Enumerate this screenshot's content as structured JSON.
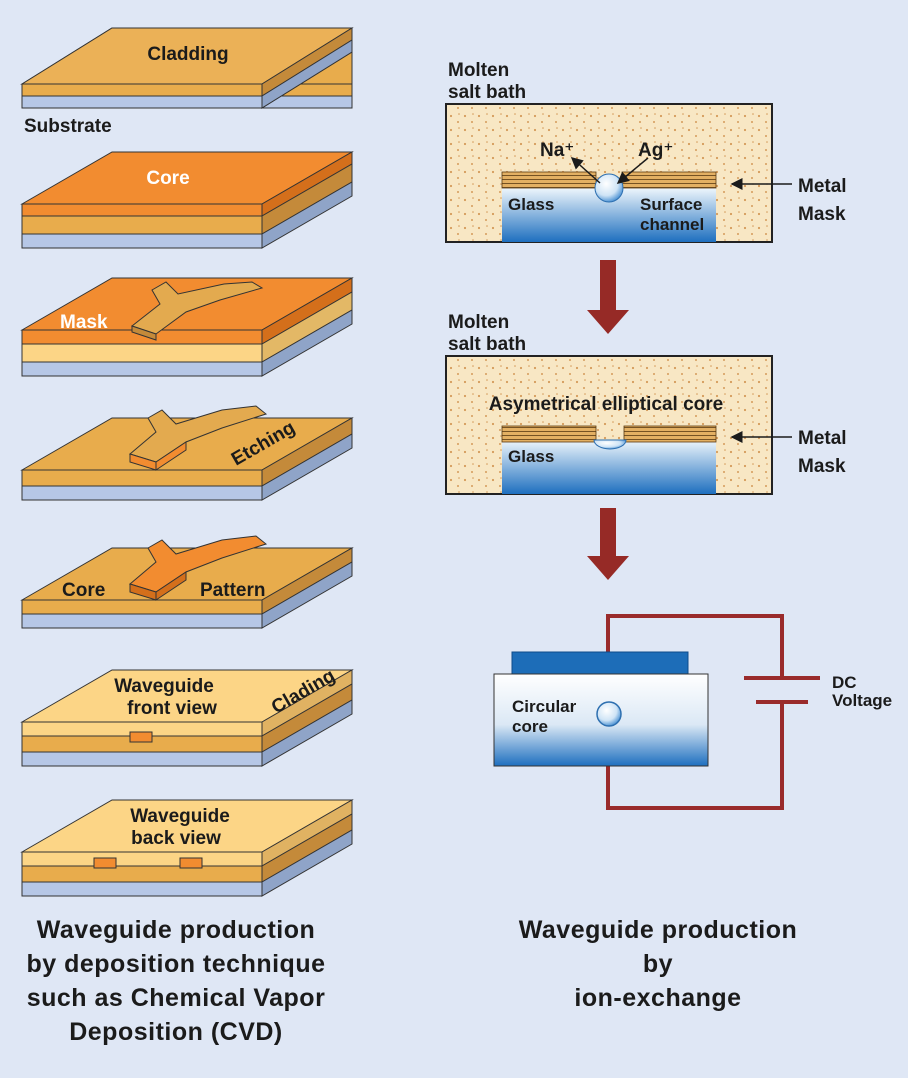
{
  "deposition": {
    "step1": {
      "top_label": "Cladding",
      "bottom_label": "Substrate"
    },
    "step2": {
      "label": "Core"
    },
    "step3": {
      "label": "Mask"
    },
    "step4": {
      "label": "Etching"
    },
    "step5": {
      "left_label": "Core",
      "right_label": "Pattern"
    },
    "step6": {
      "line1": "Waveguide",
      "line2": "front view",
      "side_label": "Clading"
    },
    "step7": {
      "line1": "Waveguide",
      "line2": "back view"
    },
    "caption": [
      "Waveguide production",
      "by deposition technique",
      "such as Chemical Vapor",
      "Deposition (CVD)"
    ]
  },
  "ion_exchange": {
    "bath1": {
      "title_line1": "Molten",
      "title_line2": "salt bath",
      "ion_na": "Na⁺",
      "ion_ag": "Ag⁺",
      "glass": "Glass",
      "channel_line1": "Surface",
      "channel_line2": "channel",
      "mask_line1": "Metal",
      "mask_line2": "Mask"
    },
    "bath2": {
      "title_line1": "Molten",
      "title_line2": "salt bath",
      "core_label": "Asymetrical elliptical core",
      "glass": "Glass",
      "mask_line1": "Metal",
      "mask_line2": "Mask"
    },
    "circuit": {
      "core_line1": "Circular",
      "core_line2": "core",
      "voltage_line1": "DC",
      "voltage_line2": "Voltage"
    },
    "caption": [
      "Waveguide production",
      "by",
      "ion-exchange"
    ]
  },
  "colors": {
    "background": "#dfe7f5",
    "cladding": "#e8ac4c",
    "core": "#f28c30",
    "substrate": "#b6c7e6",
    "light_cladding": "#fcd586",
    "bath": "#f8e7c4",
    "glass_top": "#eaf3fb",
    "glass_bottom": "#1e6fbf",
    "arrow": "#962a26",
    "wire": "#9a2b2b",
    "electrode": "#1d6db8"
  }
}
